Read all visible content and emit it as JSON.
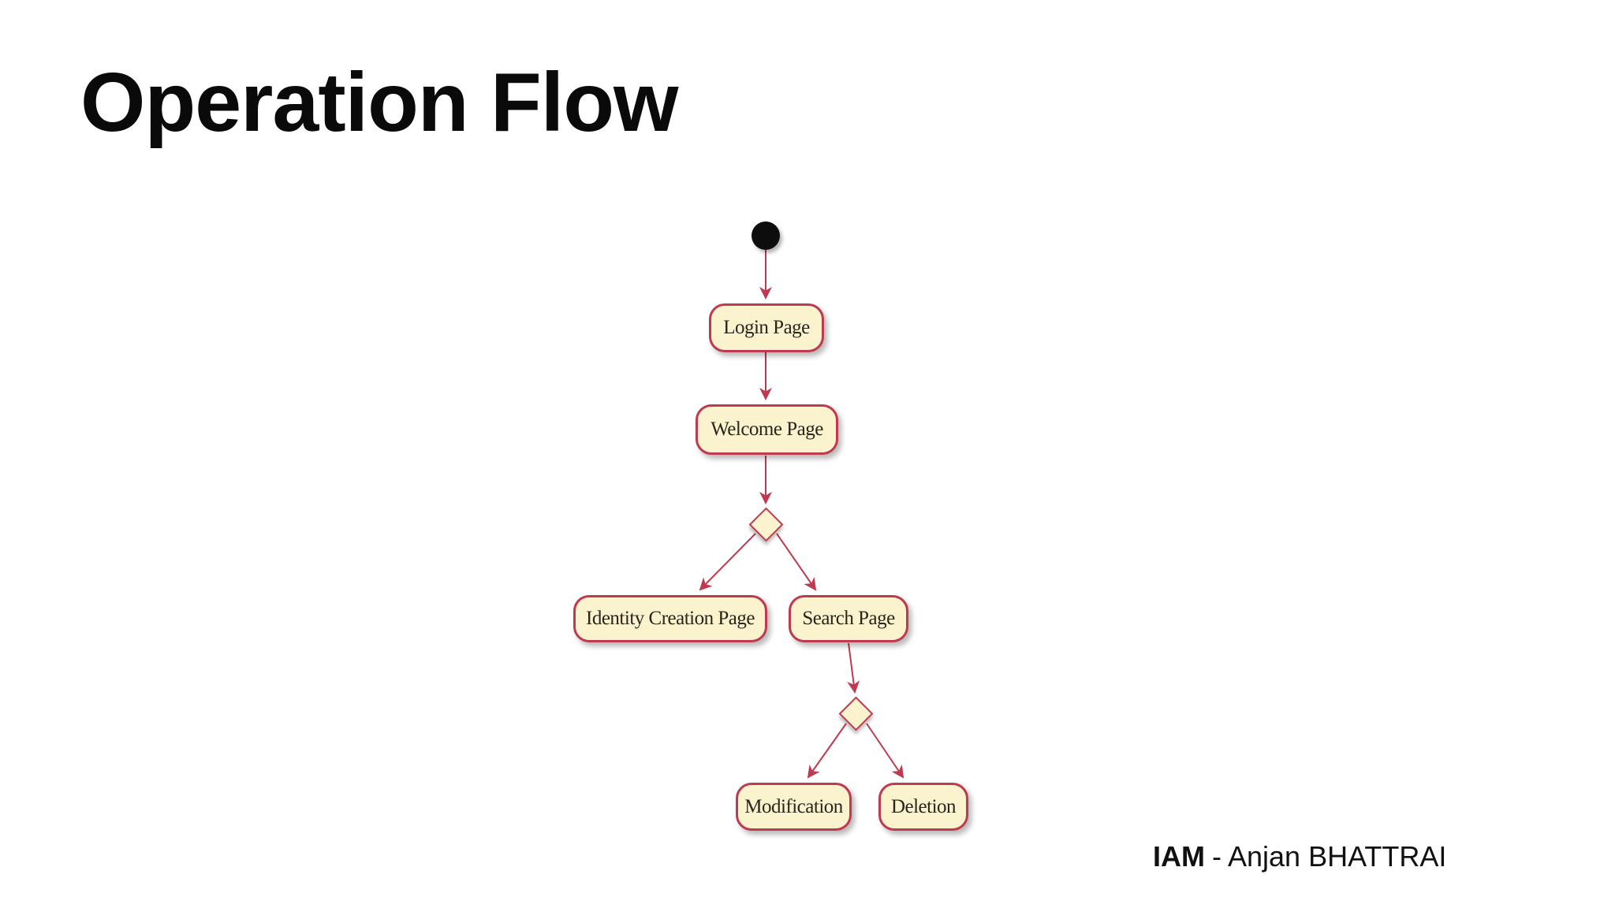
{
  "slide": {
    "title": "Operation Flow",
    "footer": {
      "bold": "IAM",
      "rest": "- Anjan BHATTRAI"
    }
  },
  "diagram": {
    "type": "uml-activity-flow",
    "colors": {
      "node_fill": "#fbf2ce",
      "node_border": "#be3a50",
      "arrow": "#be3a50",
      "start_node": "#0d0d0d",
      "background": "#ffffff"
    },
    "start_node": {
      "id": "start",
      "shape": "filled-circle"
    },
    "decision_nodes": [
      {
        "id": "decision-1",
        "shape": "diamond"
      },
      {
        "id": "decision-2",
        "shape": "diamond"
      }
    ],
    "nodes": [
      {
        "id": "login",
        "label": "Login Page"
      },
      {
        "id": "welcome",
        "label": "Welcome Page"
      },
      {
        "id": "identity-creation",
        "label": "Identity Creation Page"
      },
      {
        "id": "search",
        "label": "Search Page"
      },
      {
        "id": "modification",
        "label": "Modification"
      },
      {
        "id": "deletion",
        "label": "Deletion"
      }
    ],
    "edges": [
      {
        "from": "start",
        "to": "login"
      },
      {
        "from": "login",
        "to": "welcome"
      },
      {
        "from": "welcome",
        "to": "decision-1"
      },
      {
        "from": "decision-1",
        "to": "identity-creation"
      },
      {
        "from": "decision-1",
        "to": "search"
      },
      {
        "from": "search",
        "to": "decision-2"
      },
      {
        "from": "decision-2",
        "to": "modification"
      },
      {
        "from": "decision-2",
        "to": "deletion"
      }
    ]
  }
}
